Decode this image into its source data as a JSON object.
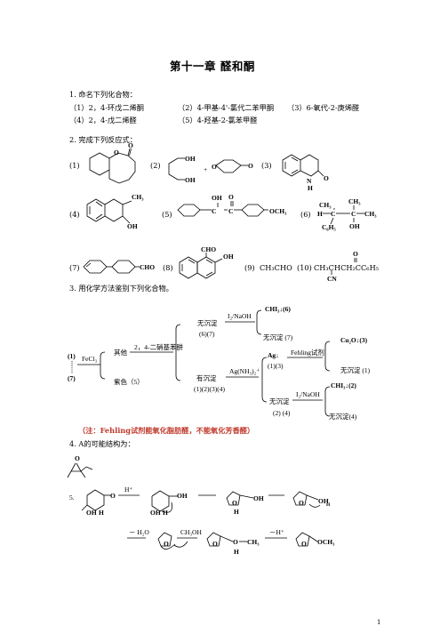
{
  "title": "第十一章   醛和酮",
  "page_number": "1",
  "q1": {
    "heading": "1. 命名下列化合物：",
    "items": [
      "（1）2，4-环戊二烯酮",
      "（2）4-甲基-4'-氯代二苯甲酮",
      "（3）6-氧代-2-庚烯醛",
      "（4）2，4-戊二烯醛",
      "（5）4-羟基-2-氯苯甲醛"
    ]
  },
  "q2": {
    "heading": "2. 完成下列反应式：",
    "labels": [
      "(1)",
      "(2)",
      "(3)",
      "(4)",
      "(5)",
      "(6)",
      "(7)",
      "(8)",
      "(9)",
      "(10)"
    ],
    "plus": "+",
    "text_9": "CH₃CHO",
    "text_10": "CH₃CHCH₂CC₆H₅",
    "atoms": {
      "O": "O",
      "OH": "OH",
      "N": "N",
      "H": "H",
      "CH3": "CH₃",
      "OCH3": "OCH₃",
      "C6H5": "C₆H₅",
      "C": "C",
      "CHO": "CHO",
      "CN": "CN"
    }
  },
  "q3": {
    "heading": "3. 用化学方法鉴别下列化合物。",
    "left_label_top": "(1)",
    "left_label_bottom": "(7)",
    "fecl3": "FeCl₃",
    "other": "其他",
    "purple": "紫色（5）",
    "dnph": "2，4-二硝基苯肼",
    "no_ppt_67": "无沉淀",
    "no_ppt_67_nums": "(6)(7)",
    "i2_naoh": "I₂/NaOH",
    "chi3_6": "CHI₃↓(6)",
    "no_ppt_7": "无沉淀 (7)",
    "has_ppt": "有沉淀",
    "has_ppt_nums": "(1)(2)(3)(4)",
    "ag_nh3": "Ag(NH₃)₂⁺",
    "ag": "Ag↓",
    "ag_nums": "(1)(3)",
    "fehling": "Fehling试剂",
    "cu2o_3": "Cu₂O↓(3)",
    "no_ppt_1": "无沉淀 (1)",
    "no_ppt_24": "无沉淀",
    "no_ppt_24_nums": "(2) (4)",
    "i2_naoh_2": "I₂/NaOH",
    "chi3_2": "CHI₃↓(2)",
    "no_ppt_4": "无沉淀(4)",
    "note": "（注：Fehling试剂能氧化脂肪醛，不能氧化芳香醛）"
  },
  "q4": {
    "heading": "4.  A的可能结构为："
  },
  "q5": {
    "label": "5.",
    "h_plus": "H⁺",
    "minus_h2o": "－ H₂O",
    "ch3oh": "CH₃OH",
    "minus_h_plus": "－H⁺"
  }
}
